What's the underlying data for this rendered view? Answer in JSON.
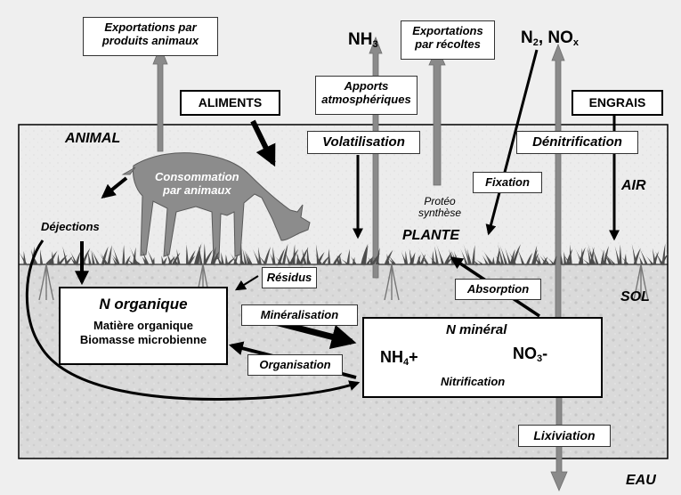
{
  "compartments": {
    "animal": "ANIMAL",
    "air": "AIR",
    "sol": "SOL",
    "eau": "EAU"
  },
  "boxes": {
    "exportations_animaux": [
      "Exportations par",
      "produits animaux"
    ],
    "exportations_recoltes": [
      "Exportations",
      "par récoltes"
    ],
    "aliments": "ALIMENTS",
    "engrais": "ENGRAIS",
    "apports_atmospheriques": [
      "Apports",
      "atmosphériques"
    ],
    "volatilisation": "Volatilisation",
    "denitrification": "Dénitrification",
    "fixation": "Fixation",
    "residus": "Résidus",
    "absorption": "Absorption",
    "mineralisation": "Minéralisation",
    "organisation": "Organisation",
    "lixiviation": "Lixiviation"
  },
  "gases": {
    "nh3_base": "NH",
    "nh3_sub": "3",
    "n2_base": "N",
    "n2_sub": "2",
    "nox_sep": ", NO",
    "nox_sub": "x"
  },
  "labels": {
    "consommation": [
      "Consommation",
      "par animaux"
    ],
    "dejections": "Déjections",
    "proteo": [
      "Protéo",
      "synthèse"
    ],
    "plante": "PLANTE"
  },
  "n_organique": {
    "title": "N organique",
    "line1": "Matière organique",
    "line2": "Biomasse microbienne"
  },
  "n_mineral": {
    "title": "N minéral",
    "nh4_base": "NH",
    "nh4_sub": "4",
    "nh4_charge": "+",
    "no3_base": "NO",
    "no3_sub": "3",
    "no3_charge": "-",
    "nitrification": "Nitrification"
  },
  "colors": {
    "background": "#efefef",
    "air_fill": "#ececec",
    "soil_fill": "#d9d9d9",
    "animal_fill": "#8c8c8c",
    "grass": "#4d4d4d",
    "gray_arrow": "#8a8a8a"
  }
}
